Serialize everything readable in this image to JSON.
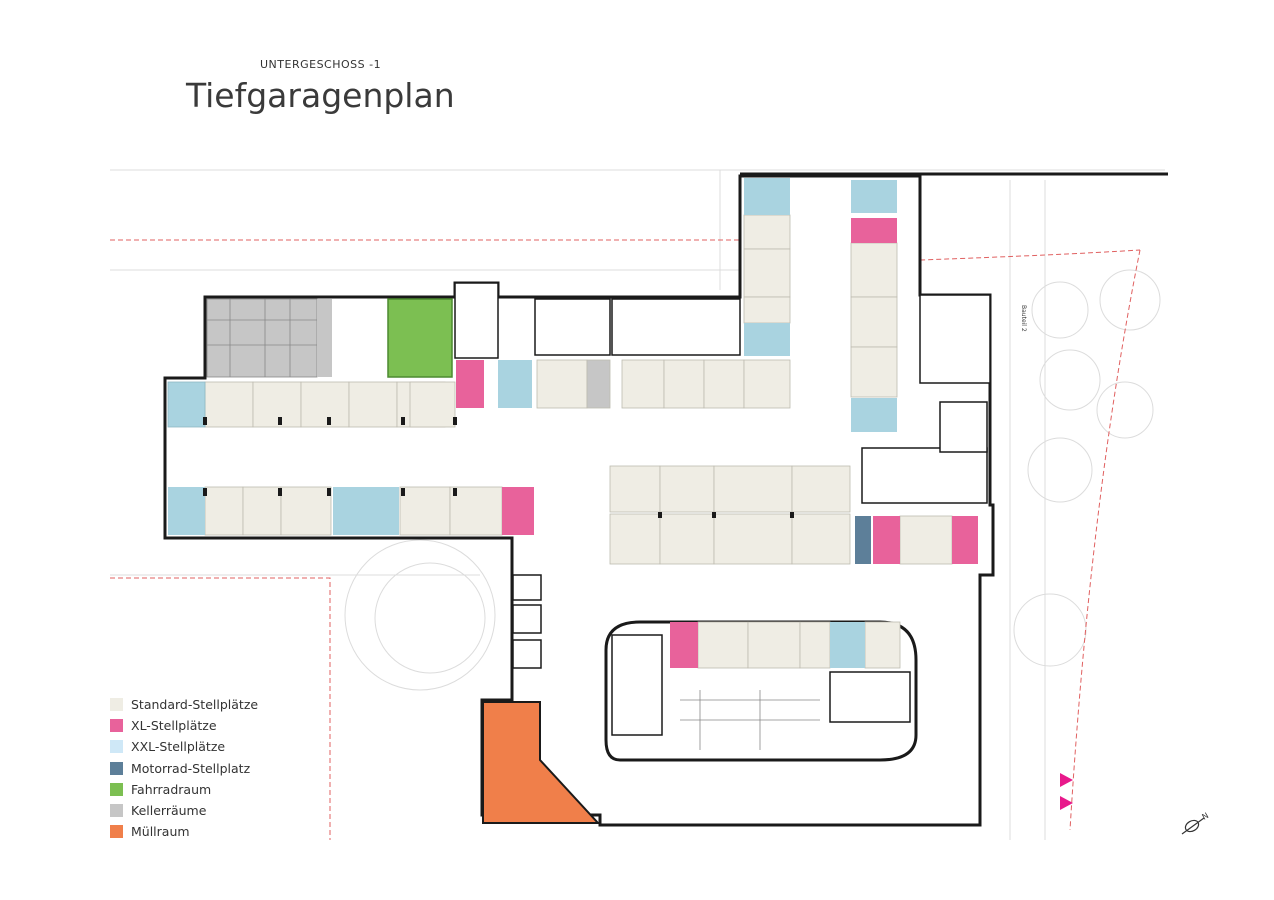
{
  "header": {
    "subtitle": "UNTERGESCHOSS -1",
    "title": "Tiefgaragenplan"
  },
  "colors": {
    "standard": "#efede4",
    "xl": "#e8629b",
    "xxl": "#a9d3e0",
    "motorrad": "#5d7f99",
    "fahrrad": "#7cbf52",
    "keller": "#c6c6c6",
    "muell": "#f07f4a",
    "wall": "#1a1a1a"
  },
  "legend": [
    {
      "label": "Standard-Stellplätze",
      "color": "#efede4"
    },
    {
      "label": "XL-Stellplätze",
      "color": "#e8629b"
    },
    {
      "label": "XXL-Stellplätze",
      "color": "#cfe8f7"
    },
    {
      "label": "Motorrad-Stellplatz",
      "color": "#5d7f99"
    },
    {
      "label": "Fahrradraum",
      "color": "#7cbf52"
    },
    {
      "label": "Kellerräume",
      "color": "#c6c6c6"
    },
    {
      "label": "Müllraum",
      "color": "#f07f4a"
    }
  ],
  "plan": {
    "building_label": "Bauteil 2"
  },
  "icons": {
    "compass": "north-arrow-icon"
  }
}
